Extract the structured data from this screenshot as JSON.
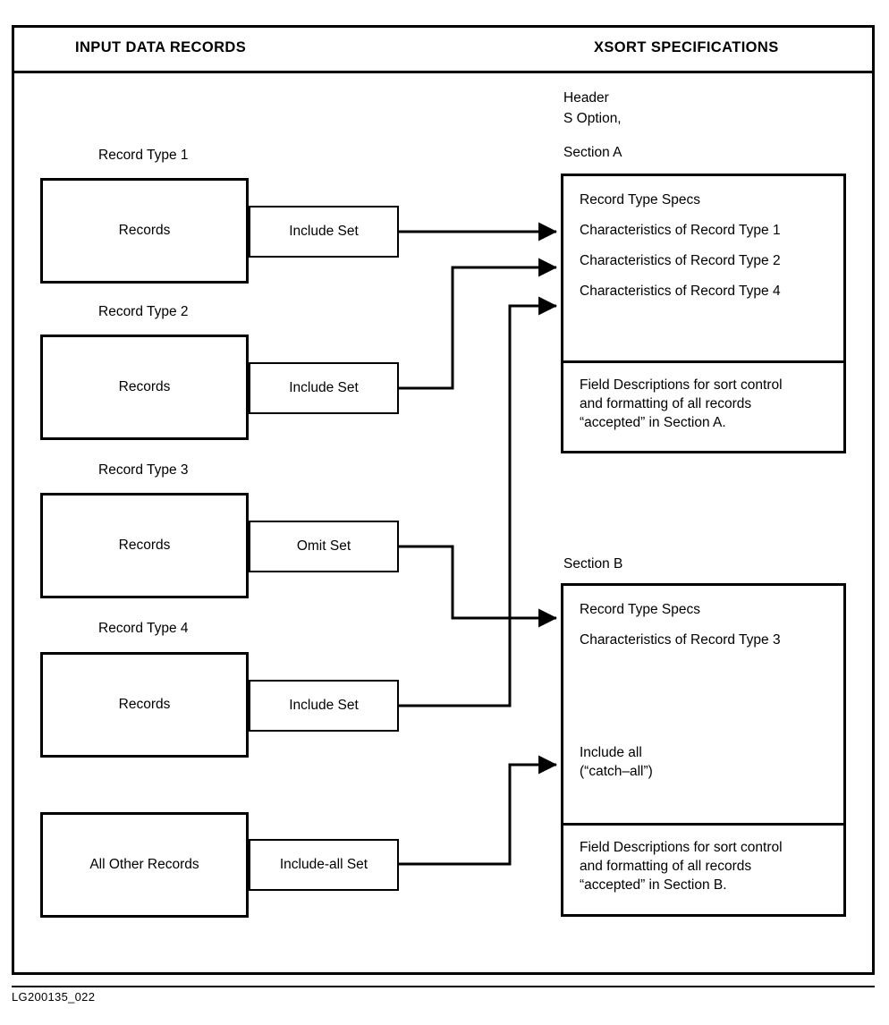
{
  "columns": {
    "left_title": "INPUT DATA RECORDS",
    "right_title": "XSORT SPECIFICATIONS"
  },
  "header": {
    "line1": "Header",
    "line2": "S Option,"
  },
  "record_groups": [
    {
      "label": "Record Type 1",
      "box_text": "Records",
      "set_text": "Include Set"
    },
    {
      "label": "Record Type 2",
      "box_text": "Records",
      "set_text": "Include Set"
    },
    {
      "label": "Record Type 3",
      "box_text": "Records",
      "set_text": "Omit Set"
    },
    {
      "label": "Record Type 4",
      "box_text": "Records",
      "set_text": "Include Set"
    },
    {
      "label": "",
      "box_text": "All Other Records",
      "set_text": "Include-all Set"
    }
  ],
  "section_a": {
    "label": "Section A",
    "spec_lines": [
      "Record Type Specs",
      "Characteristics of Record Type 1",
      "Characteristics of Record Type 2",
      "Characteristics of Record Type 4"
    ],
    "description": [
      "Field Descriptions for sort control",
      "and formatting of all records",
      "“accepted” in Section A."
    ]
  },
  "section_b": {
    "label": "Section B",
    "spec_lines": [
      "Record Type Specs",
      "Characteristics of Record Type 3"
    ],
    "catch_all": [
      "Include all",
      "(“catch–all”)"
    ],
    "description": [
      "Field Descriptions for sort control",
      "and formatting of all records",
      "“accepted” in Section B."
    ]
  },
  "caption": "LG200135_022",
  "colors": {
    "ink": "#000000",
    "paper": "#ffffff"
  }
}
